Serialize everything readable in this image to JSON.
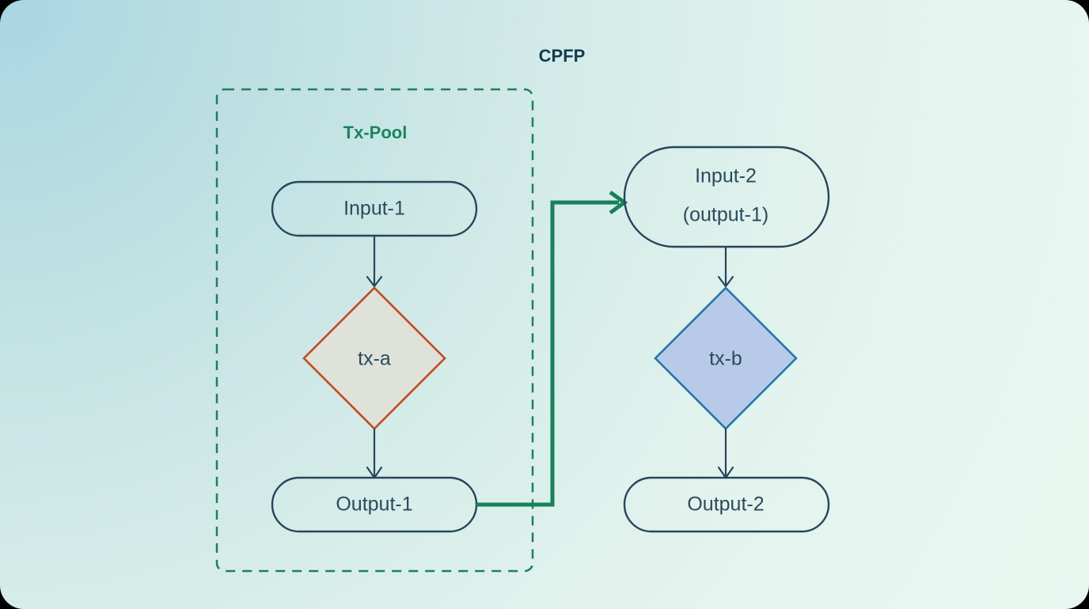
{
  "diagram": {
    "title": "CPFP",
    "pool_label": "Tx-Pool",
    "nodes": {
      "input1": {
        "label": "Input-1"
      },
      "tx_a": {
        "label": "tx-a"
      },
      "output1": {
        "label": "Output-1"
      },
      "input2_line1": {
        "label": "Input-2"
      },
      "input2_line2": {
        "label": "(output-1)"
      },
      "tx_b": {
        "label": "tx-b"
      },
      "output2": {
        "label": "Output-2"
      }
    },
    "colors": {
      "title_text": "#133a4e",
      "pool_label": "#19855c",
      "node_text": "#2b4a5d",
      "node_stroke": "#27465c",
      "pool_border": "#1d805c",
      "green_edge": "#17815a",
      "tx_a_fill": "#dfe2d9",
      "tx_a_stroke": "#c4491f",
      "tx_b_fill": "#b7cbe8",
      "tx_b_stroke": "#2277a9",
      "background_start": "#a9d6e3",
      "background_end": "#e9f7f1"
    }
  }
}
